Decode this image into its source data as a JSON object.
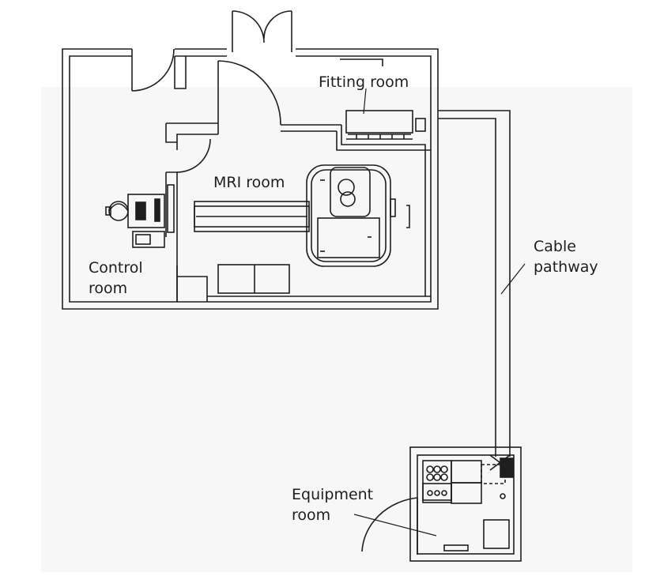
{
  "labels": {
    "fitting_room": "Fitting room",
    "mri_room": "MRI room",
    "control_room_line1": "Control",
    "control_room_line2": "room",
    "cable_pathway_line1": "Cable",
    "cable_pathway_line2": "pathway",
    "equipment_room_line1": "Equipment",
    "equipment_room_line2": "room"
  },
  "colors": {
    "line": "#1e1e1e",
    "text": "#1e1e1e",
    "background": "#ffffff",
    "background_tint": "#f7f7f7"
  }
}
